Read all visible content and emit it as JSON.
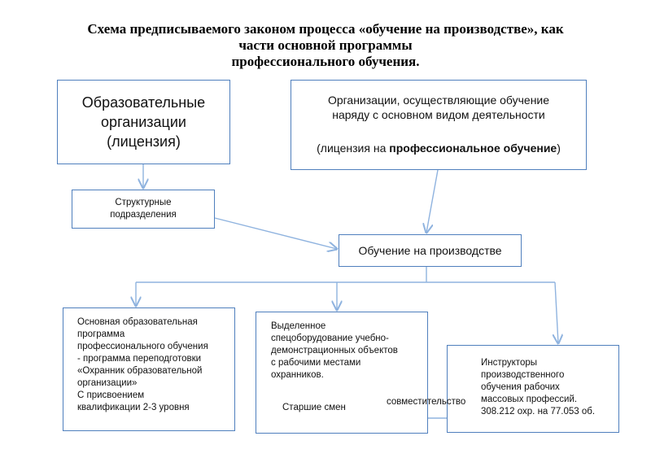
{
  "title": {
    "line1": "Схема предписываемого законом процесса «обучение на производстве», как",
    "line2": "части основной программы",
    "line3": "профессионального обучения."
  },
  "boxes": {
    "educational_orgs": {
      "lines": [
        "Образовательные",
        "организации",
        "(лицензия)"
      ]
    },
    "orgs_training": {
      "line1": "Организации, осуществляющие обучение",
      "line2": "наряду с основном видом деятельности",
      "license_prefix": "(лицензия на ",
      "license_bold": "профессиональное обучение",
      "license_suffix": ")"
    },
    "structural_units": {
      "lines": [
        "Структурные",
        "подразделения"
      ]
    },
    "on_the_job": {
      "label": "Обучение на производстве"
    },
    "main_program": {
      "lines": [
        "Основная образовательная",
        "программа",
        "профессионального обучения",
        "- программа переподготовки",
        "«Охранник образовательной",
        "организации»",
        "С присвоением",
        "квалификации 2-3 уровня"
      ]
    },
    "equipment": {
      "lines": [
        "Выделенное",
        "спецоборудование учебно-",
        "демонстрационных объектов",
        "с рабочими местами",
        "охранников."
      ],
      "sub": "Старшие смен"
    },
    "instructors": {
      "lines": [
        "Инструкторы",
        "производственного",
        "обучения рабочих",
        "массовых профессий.",
        "308.212 охр. на 77.053 об."
      ]
    }
  },
  "connector_label": "совместительство",
  "colors": {
    "border": "#4f7fbd",
    "arrow": "#8fb3df"
  }
}
